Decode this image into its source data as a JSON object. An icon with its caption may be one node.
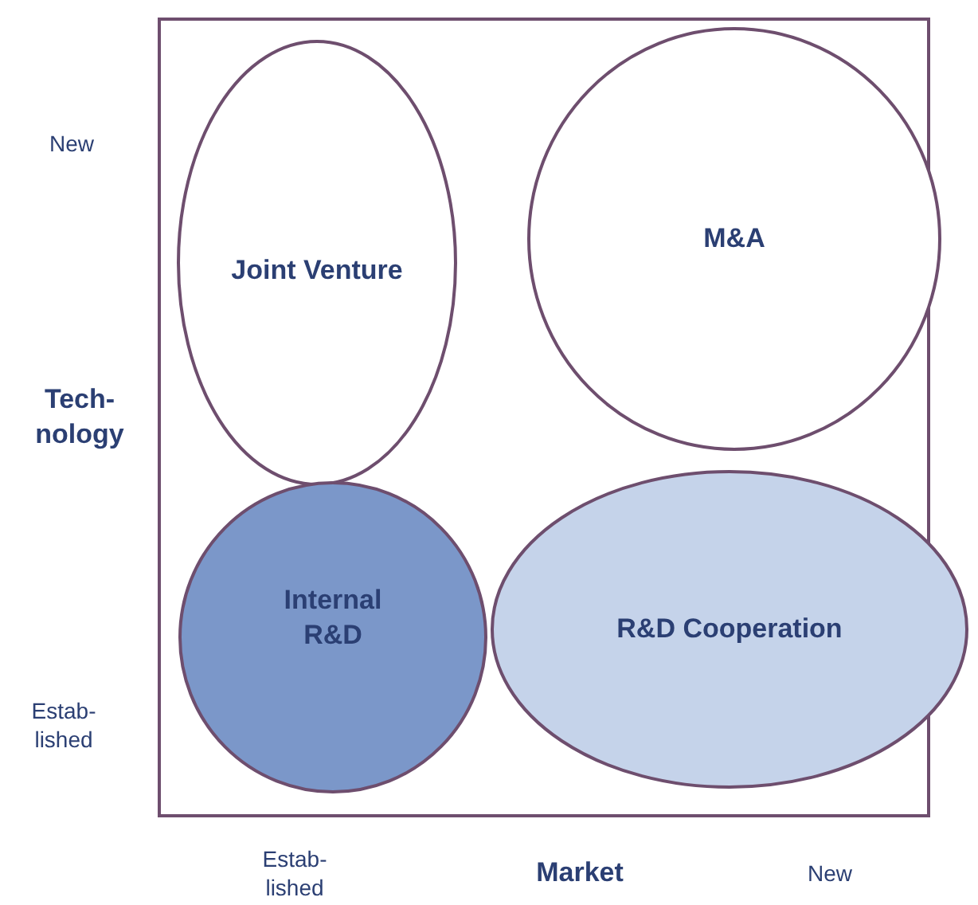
{
  "diagram": {
    "nodes": [
      {
        "text": [
          "Joint Venture"
        ]
      },
      {
        "text": [
          "M&A"
        ]
      },
      {
        "text": [
          "Internal R&D"
        ]
      },
      {
        "text": [
          "R&D Cooperation"
        ]
      }
    ],
    "labels": [
      "New",
      "Tech- nology",
      "Estab- lished",
      "Estab- lished",
      "Market",
      "New"
    ]
  }
}
